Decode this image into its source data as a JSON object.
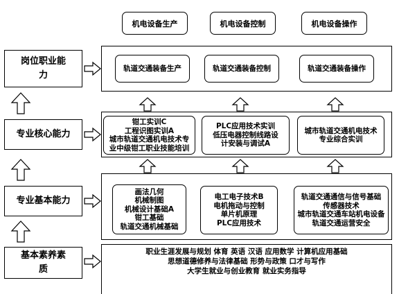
{
  "top_labels": [
    "机电设备生产",
    "机电设备控制",
    "机电设备操作"
  ],
  "levels": [
    {
      "label": "岗位职业能\n力",
      "items": [
        "轨道交通装备生产",
        "轨道交通装备控制",
        "轨道交通装备操作"
      ]
    },
    {
      "label": "专业核心能力",
      "items": [
        "钳工实训C\n工程识图实训A\n城市轨道交通机电技术专\n业中级钳工职业技能培训",
        "PLC应用技术实训\n低压电器控制线路设\n计安装与调试A",
        "城市轨道交通机电技术\n专业综合实训"
      ]
    },
    {
      "label": "专业基本能力",
      "items": [
        "画法几何\n机械制图\n机械设计基础A\n钳工基础\n轨道交通机械基础",
        "电工电子技术B\n电机拖动与控制\n单片机原理\nPLC应用技术",
        "轨道交通通信与信号基础\n传感器技术\n城市轨道交通车站机电设备\n轨道交通运营安全"
      ]
    },
    {
      "label": "基本素养素\n质",
      "text": "职业生涯发展与规划  体育  英语  汉语  应用数学  计算机应用基础\n思想道德修养与法律基础  形势与政策  口才与写作\n大学生就业与创业教育  就业实务指导"
    }
  ]
}
